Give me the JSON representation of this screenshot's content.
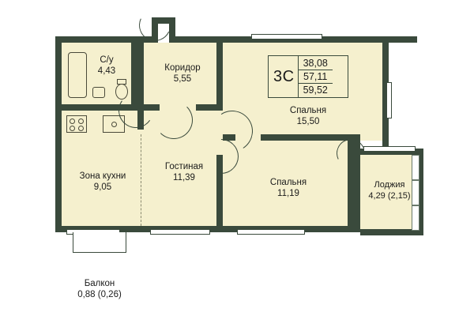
{
  "plan": {
    "apartment_badge": {
      "type_label": "3С",
      "area_total": "38,08",
      "area_living": "57,11",
      "area_full": "59,52"
    },
    "rooms": [
      {
        "name": "С/у",
        "area": "4,43"
      },
      {
        "name": "Коридор",
        "area": "5,55"
      },
      {
        "name": "Спальня",
        "area": "15,50"
      },
      {
        "name": "Зона кухни",
        "area": "9,05"
      },
      {
        "name": "Гостиная",
        "area": "11,39"
      },
      {
        "name": "Спальня",
        "area": "11,19"
      },
      {
        "name": "Лоджия",
        "area": "4,29 (2,15)"
      },
      {
        "name": "Балкон",
        "area": "0,88 (0,26)"
      }
    ],
    "colors": {
      "wall": "#3a4a3c",
      "floor": "#f5f0ce",
      "text": "#1b1b1b",
      "background": "#ffffff"
    }
  }
}
